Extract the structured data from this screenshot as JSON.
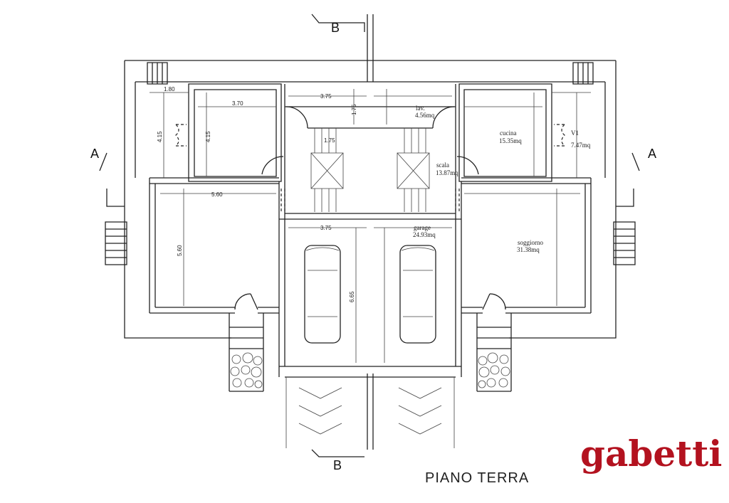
{
  "plan": {
    "title": "PIANO TERRA",
    "section_labels": {
      "b_top": "B",
      "b_bottom": "B",
      "a_left": "A",
      "a_right": "A"
    },
    "dimensions": {
      "d_180": "1.80",
      "d_370": "3.70",
      "d_375_top": "3.75",
      "d_175": "1.75",
      "d_415_a": "4.15",
      "d_415_b": "4.15",
      "d_175_stair": "1.75",
      "d_560_h": "5.60",
      "d_560_v": "5.60",
      "d_375_garage": "3.75",
      "d_665": "6.65"
    },
    "rooms": [
      {
        "name": "lav.",
        "area": "4.56mq"
      },
      {
        "name": "cucina",
        "area": "15.35mq"
      },
      {
        "name": "V1",
        "area": "7.47mq"
      },
      {
        "name": "scala",
        "area": "13.87mq"
      },
      {
        "name": "garage",
        "area": "24.93mq"
      },
      {
        "name": "soggiorno",
        "area": "31.38mq"
      }
    ]
  },
  "brand": {
    "logo_text": "gabetti",
    "color": "#b3121f"
  }
}
